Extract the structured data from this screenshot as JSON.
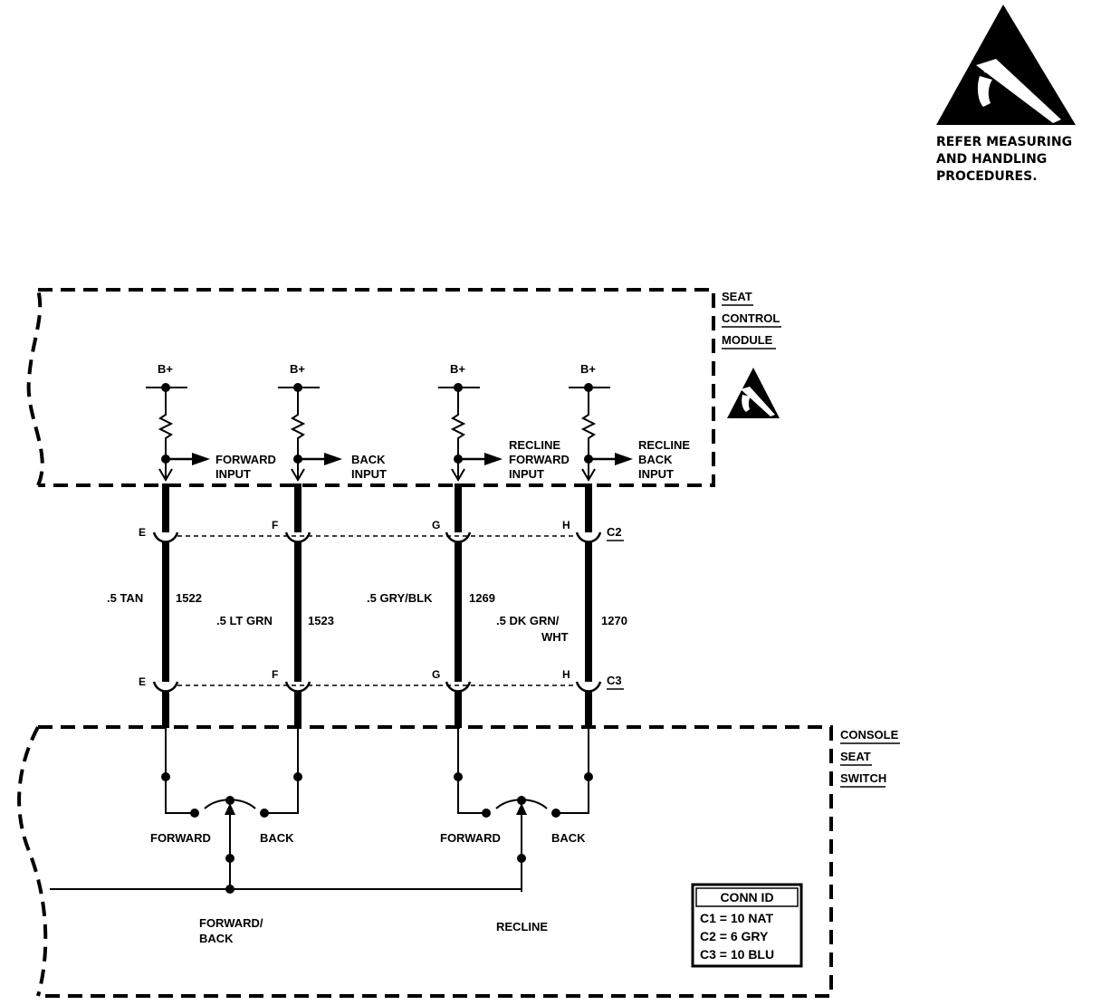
{
  "esd_notice": {
    "line1": "REFER MEASURING",
    "line2": "AND HANDLING",
    "line3": "PROCEDURES."
  },
  "seat_control_module": {
    "label_line1": "SEAT",
    "label_line2": "CONTROL",
    "label_line3": "MODULE"
  },
  "console_seat_switch": {
    "label_line1": "CONSOLE",
    "label_line2": "SEAT",
    "label_line3": "SWITCH"
  },
  "supply": {
    "b_plus": "B+"
  },
  "inputs": {
    "forward_line1": "FORWARD",
    "forward_line2": "INPUT",
    "back_line1": "BACK",
    "back_line2": "INPUT",
    "recline_fwd_line1": "RECLINE",
    "recline_fwd_line2": "FORWARD",
    "recline_fwd_line3": "INPUT",
    "recline_back_line1": "RECLINE",
    "recline_back_line2": "BACK",
    "recline_back_line3": "INPUT"
  },
  "pins": {
    "e": "E",
    "f": "F",
    "g": "G",
    "h": "H"
  },
  "connectors": {
    "c2": "C2",
    "c3": "C3"
  },
  "wires": {
    "w1_color": ".5 TAN",
    "w1_circuit": "1522",
    "w2_color": ".5 LT GRN",
    "w2_circuit": "1523",
    "w3_color": ".5 GRY/BLK",
    "w3_circuit": "1269",
    "w4_color_line1": ".5 DK GRN/",
    "w4_color_line2": "WHT",
    "w4_circuit": "1270"
  },
  "switches": {
    "fwd_back_forward": "FORWARD",
    "fwd_back_back": "BACK",
    "recline_forward": "FORWARD",
    "recline_back": "BACK",
    "fwd_back_line1": "FORWARD/",
    "fwd_back_line2": "BACK",
    "recline": "RECLINE"
  },
  "conn_id": {
    "title": "CONN ID",
    "c1": "C1 = 10 NAT",
    "c2": "C2 = 6 GRY",
    "c3": "C3 = 10 BLU"
  }
}
